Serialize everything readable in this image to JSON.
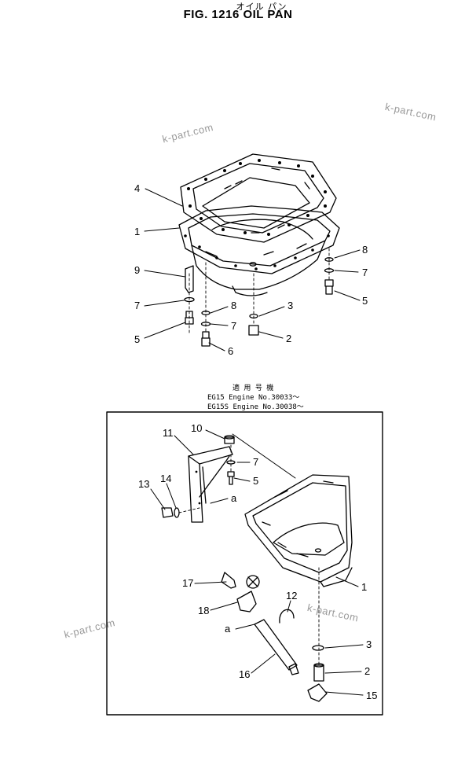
{
  "header": {
    "title_jp": "オイル パン",
    "title": "FIG. 1216   OIL  PAN"
  },
  "watermarks": [
    "k-part.com",
    "k-part.com",
    "k-part.com",
    "k-part.com"
  ],
  "applicability": {
    "heading": "適 用 号 機",
    "line1": "EG15   Engine No.30033～",
    "line2": "EG15S  Engine No.30038～"
  },
  "upper_callouts": [
    "4",
    "1",
    "9",
    "7",
    "5",
    "8",
    "7",
    "6",
    "3",
    "2",
    "8",
    "7",
    "5"
  ],
  "lower_callouts": [
    "11",
    "10",
    "7",
    "5",
    "13",
    "14",
    "a",
    "1",
    "17",
    "18",
    "12",
    "a",
    "16",
    "3",
    "2",
    "15"
  ]
}
